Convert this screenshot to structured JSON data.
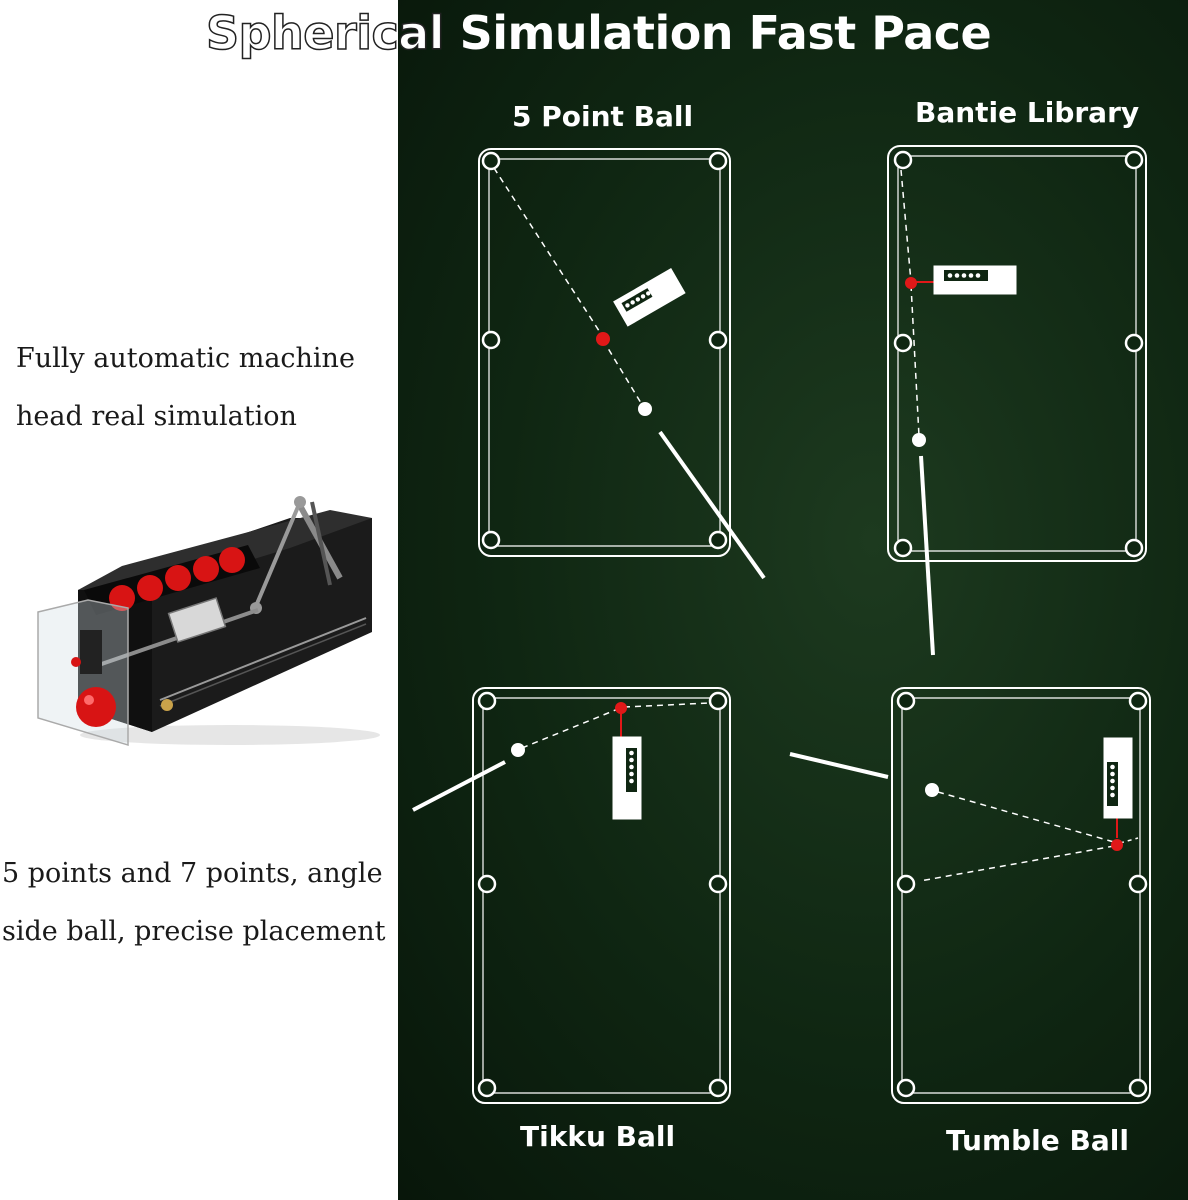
{
  "title": {
    "part1": "Spherical",
    "part2": "Simulation Fast Pace"
  },
  "description_1": {
    "line1": "Fully automatic machine",
    "line2": "head real simulation"
  },
  "description_2": {
    "line1": "5 points and 7 points, angle",
    "line2": "side ball, precise placement"
  },
  "tables": [
    {
      "label": "5 Point Ball"
    },
    {
      "label": "Bantie Library"
    },
    {
      "label": "Tikku Ball"
    },
    {
      "label": "Tumble Ball"
    }
  ],
  "colors": {
    "felt": "#0f2612",
    "ball_red": "#e01818",
    "line": "#ffffff"
  }
}
